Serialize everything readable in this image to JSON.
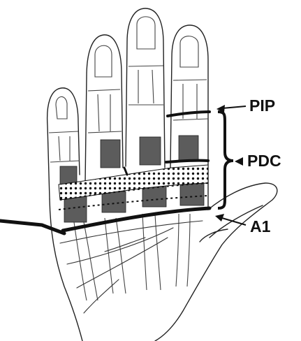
{
  "labels": {
    "pip": "PIP",
    "pdc": "PDC",
    "a1": "A1"
  },
  "colors": {
    "ink": "#111111",
    "shade": "#555555",
    "background": "#ffffff"
  }
}
